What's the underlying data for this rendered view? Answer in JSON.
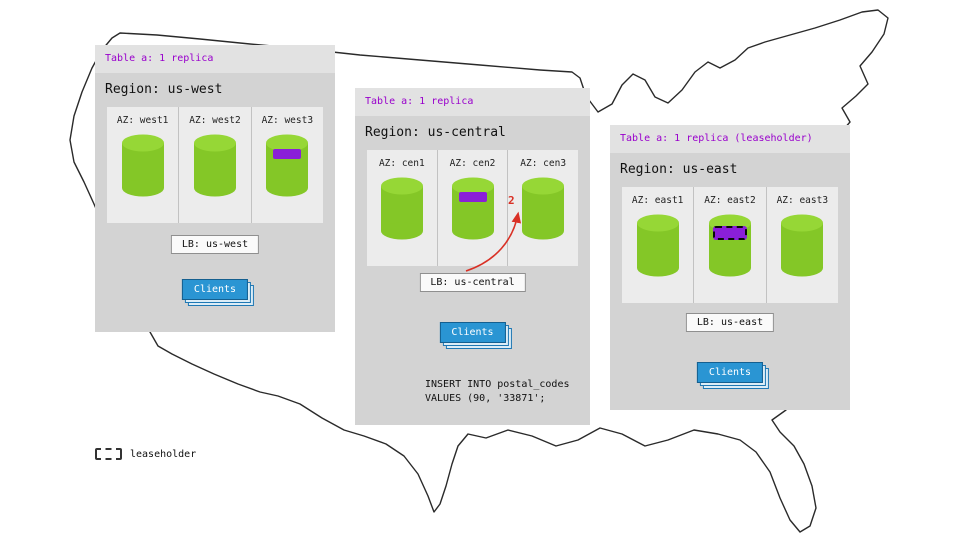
{
  "panels": [
    {
      "table_label": "Table a: 1 replica",
      "region_label": "Region: us-west",
      "azs": [
        {
          "label": "AZ: west1"
        },
        {
          "label": "AZ: west2"
        },
        {
          "label": "AZ: west3"
        }
      ],
      "lb_label": "LB: us-west",
      "clients_label": "Clients"
    },
    {
      "table_label": "Table a: 1 replica",
      "region_label": "Region: us-central",
      "azs": [
        {
          "label": "AZ: cen1"
        },
        {
          "label": "AZ: cen2"
        },
        {
          "label": "AZ: cen3"
        }
      ],
      "lb_label": "LB: us-central",
      "clients_label": "Clients"
    },
    {
      "table_label": "Table a: 1 replica (leaseholder)",
      "region_label": "Region: us-east",
      "azs": [
        {
          "label": "AZ: east1"
        },
        {
          "label": "AZ: east2"
        },
        {
          "label": "AZ: east3"
        }
      ],
      "lb_label": "LB: us-east",
      "clients_label": "Clients"
    }
  ],
  "sql": {
    "line1": "INSERT INTO postal_codes",
    "line2": "VALUES (90, '33871';"
  },
  "annotation": {
    "step_label": "2"
  },
  "legend": {
    "label": "leaseholder"
  },
  "colors": {
    "accent_purple_text": "#9900cc",
    "replica_purple": "#8a1fd8",
    "cylinder_green": "#84c727",
    "clients_blue": "#2a95d3",
    "arrow_red": "#d93025"
  }
}
